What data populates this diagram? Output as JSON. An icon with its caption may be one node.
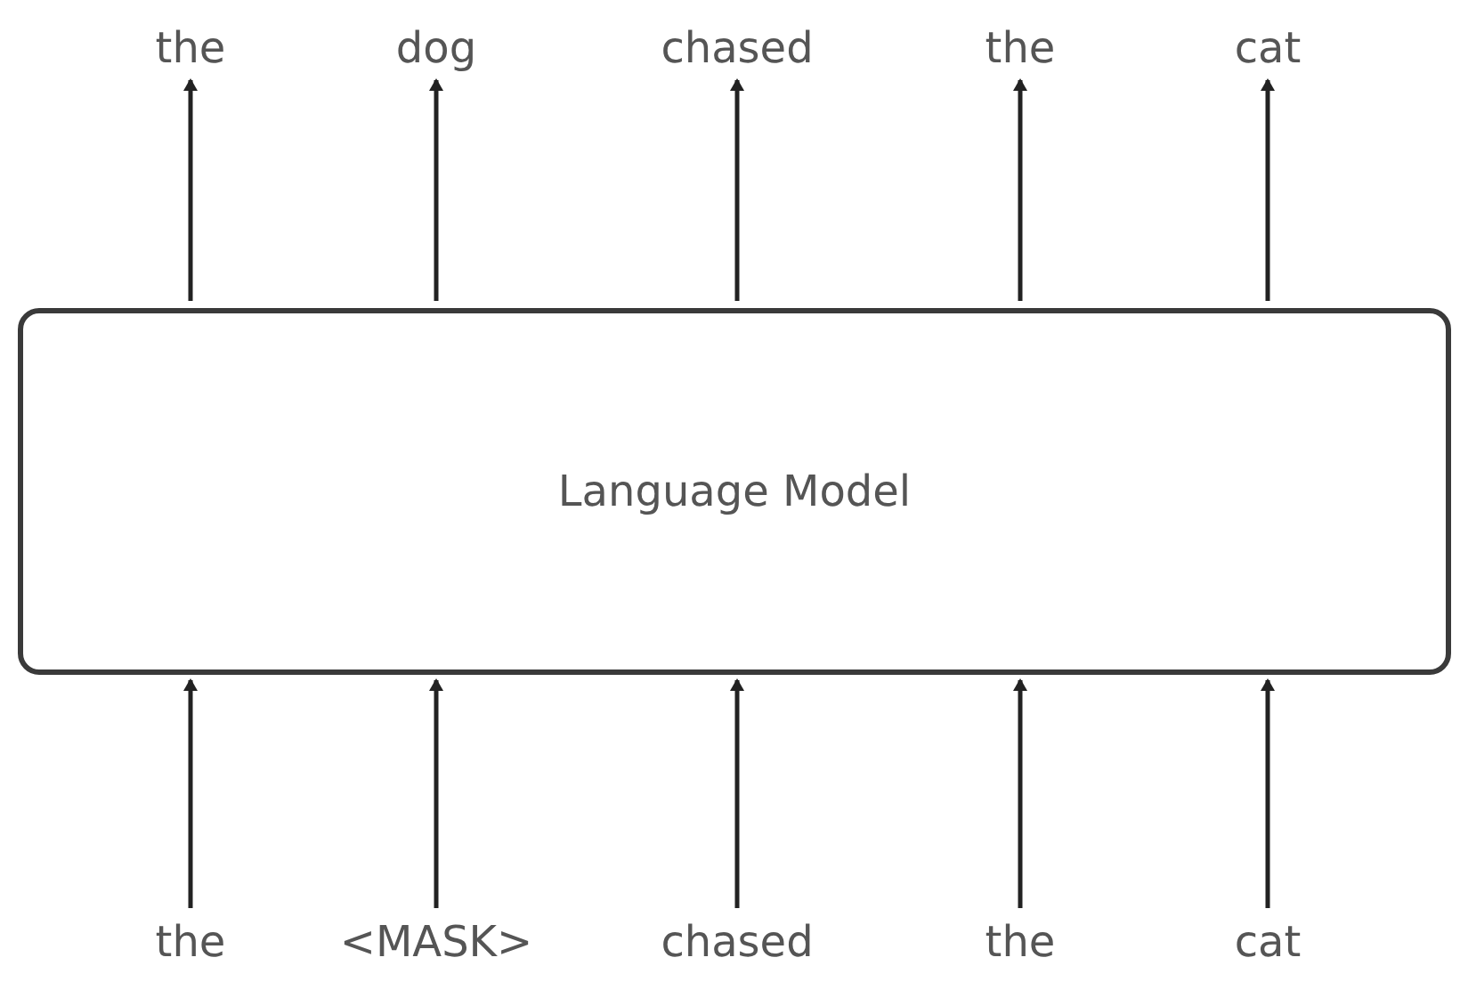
{
  "diagram": {
    "nodes": [
      {
        "text": [
          "the"
        ]
      },
      {
        "text": [
          "dog"
        ]
      },
      {
        "text": [
          "chased"
        ]
      },
      {
        "text": [
          "the"
        ]
      },
      {
        "text": [
          "cat"
        ]
      },
      {
        "text": [
          "Language Model"
        ]
      },
      {
        "text": [
          "the"
        ]
      },
      {
        "text": [
          "<MASK>"
        ]
      },
      {
        "text": [
          "chased"
        ]
      },
      {
        "text": [
          "the"
        ]
      },
      {
        "text": [
          "cat"
        ]
      }
    ],
    "edges": [
      {
        "from": 6,
        "to": 5,
        "arrow": "to"
      },
      {
        "from": 7,
        "to": 5,
        "arrow": "to"
      },
      {
        "from": 8,
        "to": 5,
        "arrow": "to"
      },
      {
        "from": 9,
        "to": 5,
        "arrow": "to"
      },
      {
        "from": 10,
        "to": 5,
        "arrow": "to"
      },
      {
        "from": 5,
        "to": 0,
        "arrow": "to"
      },
      {
        "from": 5,
        "to": 1,
        "arrow": "to"
      },
      {
        "from": 5,
        "to": 2,
        "arrow": "to"
      },
      {
        "from": 5,
        "to": 3,
        "arrow": "to"
      },
      {
        "from": 5,
        "to": 4,
        "arrow": "to"
      }
    ]
  }
}
